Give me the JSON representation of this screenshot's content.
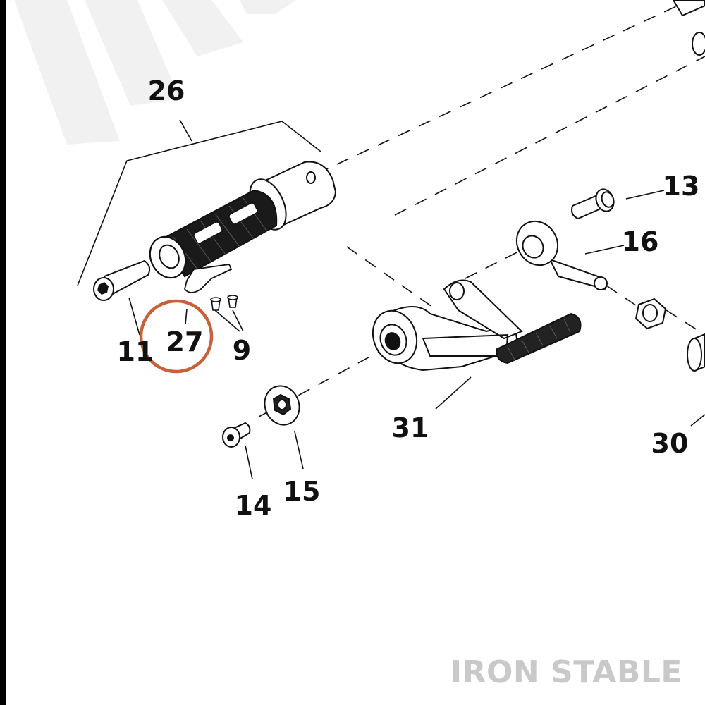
{
  "watermark": "IRON STABLE",
  "callouts": {
    "c26": "26",
    "c13": "13",
    "c16": "16",
    "c11": "11",
    "c27": "27",
    "c9": "9",
    "c31": "31",
    "c30": "30",
    "c14": "14",
    "c15": "15"
  },
  "highlight": {
    "target": "27",
    "color": "#c8603a"
  },
  "colors": {
    "ink": "#111111",
    "watermark": "#c9c9c9",
    "background_stripes": "#f0f0f0",
    "left_edge": "#000000"
  }
}
